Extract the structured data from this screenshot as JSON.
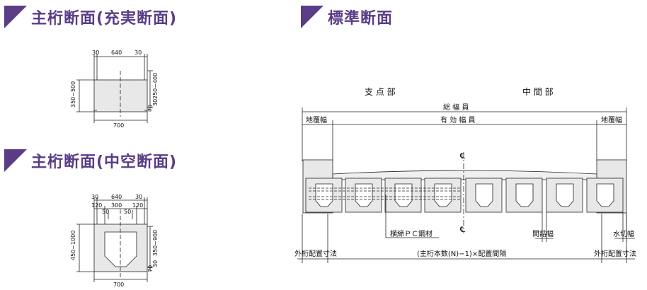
{
  "headings": {
    "solid": "主桁断面(充実断面)",
    "hollow": "主桁断面(中空断面)",
    "standard": "標準断面"
  },
  "solid_section": {
    "top_dims": [
      "30",
      "640",
      "30"
    ],
    "height_left": "350~500",
    "height_right": "250~400",
    "small_right": [
      "70",
      "30"
    ],
    "bottom_width": "700"
  },
  "hollow_section": {
    "top_dims_1": [
      "30",
      "640",
      "30"
    ],
    "top_dims_2": [
      "120",
      "300",
      "120"
    ],
    "top_dims_3": [
      "50",
      "50"
    ],
    "height_left": "450~1000",
    "height_right": "350~900",
    "small_right": [
      "70",
      "30"
    ],
    "bottom_width": "700"
  },
  "standard_section": {
    "support_label": "支 点 部",
    "middle_label": "中 間 部",
    "total_width": "総 幅 員",
    "effective_width": "有 効 幅 員",
    "curb_left": "地覆幅",
    "curb_right": "地覆幅",
    "centerline_top": "℄",
    "centerline_bottom": "℄",
    "pc_steel": "横締ＰＣ鋼材",
    "gap_width": "間詰幅",
    "drain_width": "水切幅",
    "outer_left": "外桁配置寸法",
    "outer_right": "外桁配置寸法",
    "girder_spacing": "(主桁本数(N)−1)×配置間隔"
  }
}
